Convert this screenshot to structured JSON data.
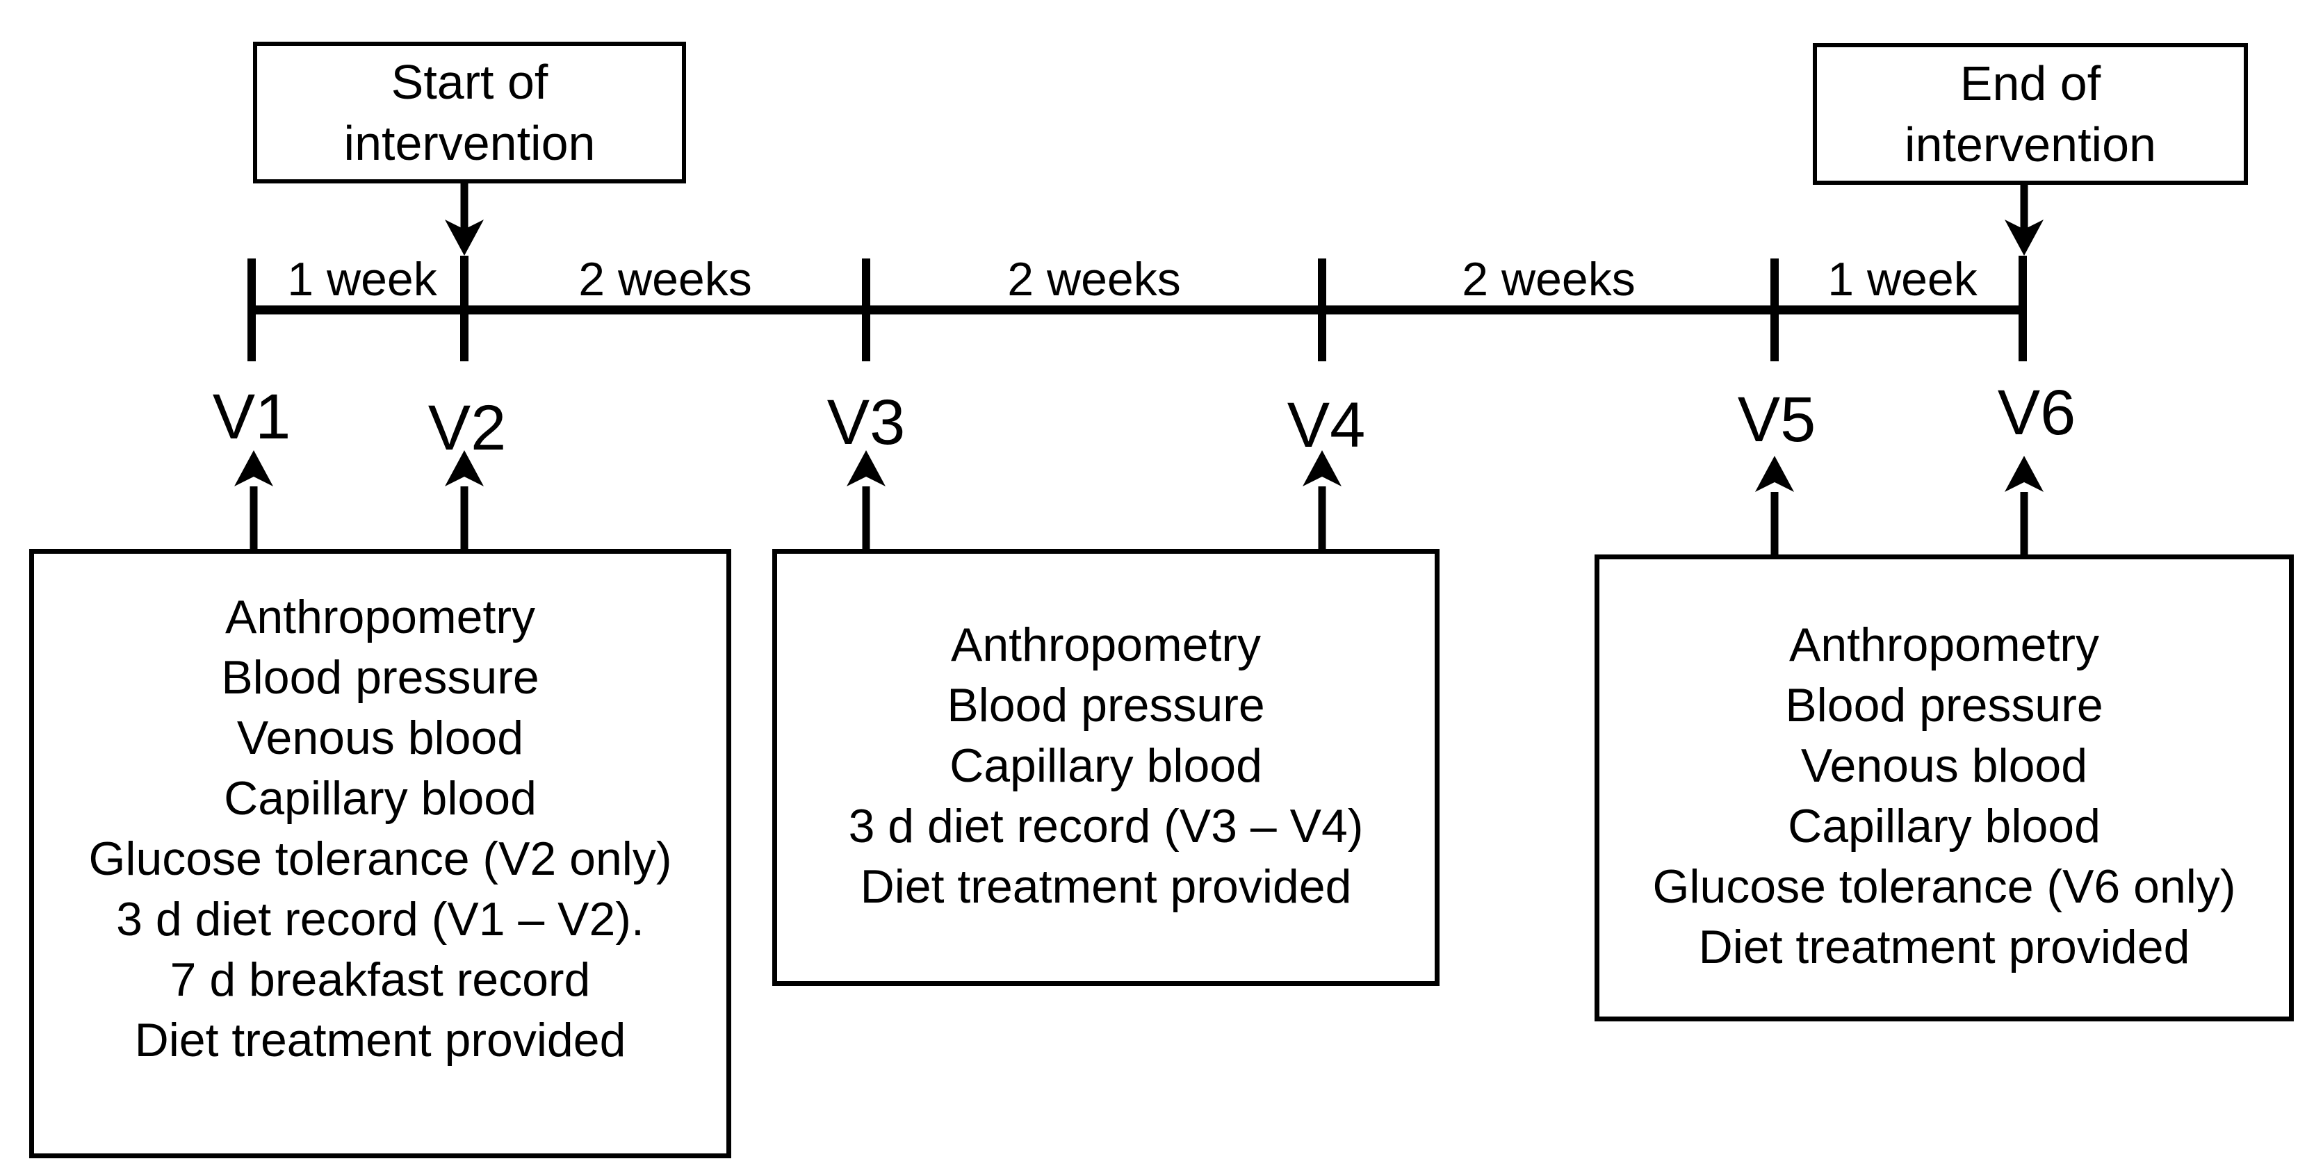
{
  "figure": {
    "colors": {
      "foreground": "#000000",
      "background": "#ffffff"
    },
    "start_box_label": "Start of\nintervention",
    "end_box_label": "End of\nintervention",
    "intervals": [
      "1 week",
      "2 weeks",
      "2 weeks",
      "2 weeks",
      "1 week"
    ],
    "visits": [
      "V1",
      "V2",
      "V3",
      "V4",
      "V5",
      "V6"
    ],
    "boxes": [
      {
        "lines": [
          "Anthropometry",
          "Blood pressure",
          "Venous blood",
          "Capillary blood",
          "Glucose tolerance (V2 only)",
          "3 d diet record (V1 – V2).",
          "7 d breakfast record",
          "Diet treatment provided"
        ]
      },
      {
        "lines": [
          "Anthropometry",
          "Blood pressure",
          "Capillary blood",
          "3 d diet record (V3 – V4)",
          "Diet treatment provided"
        ]
      },
      {
        "lines": [
          "Anthropometry",
          "Blood pressure",
          "Venous blood",
          "Capillary blood",
          "Glucose tolerance (V6 only)",
          "Diet treatment provided"
        ]
      }
    ]
  }
}
